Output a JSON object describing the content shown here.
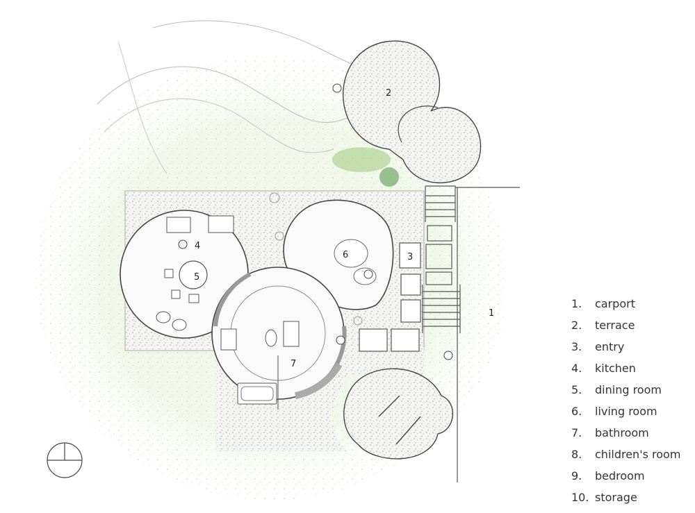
{
  "plan_labels": {
    "carport": "1",
    "terrace": "2",
    "entry": "3",
    "kitchen": "4",
    "dining": "5",
    "living": "6",
    "bathroom": "7"
  },
  "legend": [
    {
      "num": "1.",
      "label": "carport"
    },
    {
      "num": "2.",
      "label": "terrace"
    },
    {
      "num": "3.",
      "label": "entry"
    },
    {
      "num": "4.",
      "label": "kitchen"
    },
    {
      "num": "5.",
      "label": "dining room"
    },
    {
      "num": "6.",
      "label": "living room"
    },
    {
      "num": "7.",
      "label": "bathroom"
    },
    {
      "num": "8.",
      "label": "children's room"
    },
    {
      "num": "9.",
      "label": "bedroom"
    },
    {
      "num": "10.",
      "label": "storage"
    }
  ],
  "colors": {
    "line": "#555555",
    "wall": "#bdbdbd",
    "gravel": "#c9cdc5",
    "vegetation": "#6fae5a",
    "vegetation_wash": "#eef4e6"
  },
  "icons": {
    "north_arrow": "north-arrow-icon",
    "trees": "tree-icon"
  }
}
